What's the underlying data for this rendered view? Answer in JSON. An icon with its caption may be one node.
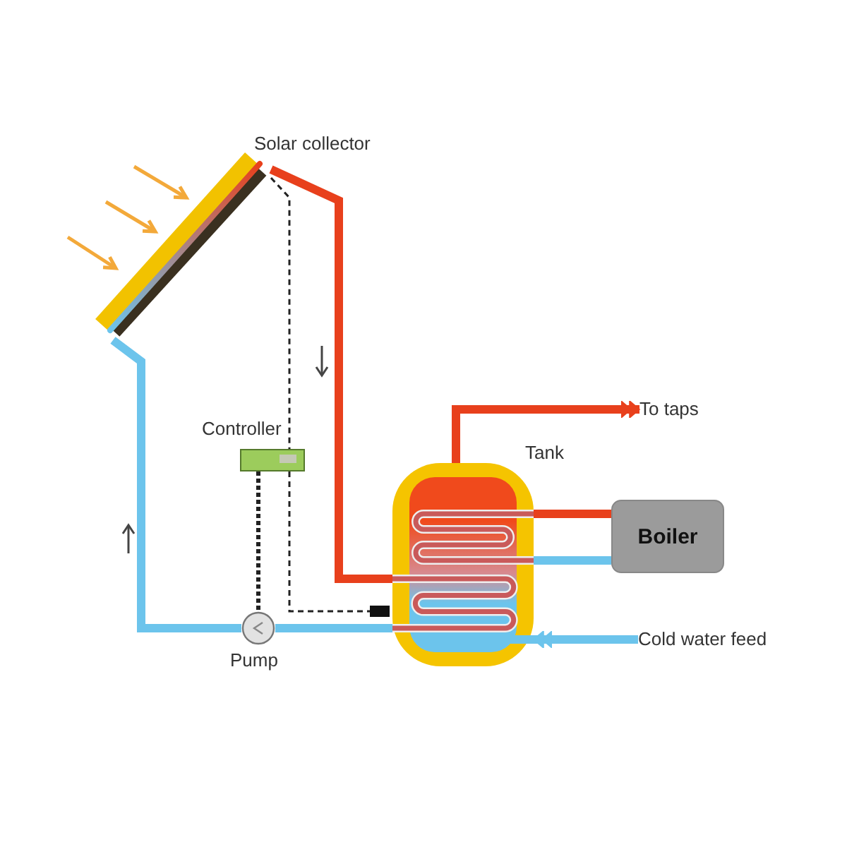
{
  "diagram": {
    "nodes": [
      {
        "text": [],
        "shape": "panel",
        "beside": [
          "Solar collector"
        ]
      },
      {
        "text": [],
        "shape": "box",
        "beside": [
          "Controller"
        ]
      },
      {
        "text": [],
        "shape": "circle",
        "beside": [
          "Pump"
        ]
      },
      {
        "text": [],
        "shape": "cylinder",
        "beside": [
          "Tank"
        ]
      },
      {
        "text": [
          "Boiler"
        ]
      },
      {
        "text": [
          "To taps"
        ]
      },
      {
        "text": [
          "Cold water feed"
        ]
      },
      {
        "text": [],
        "shape": "bar"
      }
    ],
    "edges": [
      {
        "from": 0,
        "to": 3,
        "arrow": "none",
        "color": "#e8401c"
      },
      {
        "from": 3,
        "to": 2,
        "arrow": "none",
        "color": "#6cc4ec"
      },
      {
        "from": 2,
        "to": 0,
        "arrow": "none",
        "color": "#6cc4ec"
      },
      {
        "from": 3,
        "to": 5,
        "arrow": "to",
        "color": "#e8401c"
      },
      {
        "from": 6,
        "to": 3,
        "arrow": "to",
        "color": "#6cc4ec"
      },
      {
        "from": 4,
        "to": 3,
        "arrow": "none",
        "color": "#e8401c"
      },
      {
        "from": 4,
        "to": 3,
        "arrow": "none",
        "color": "#6cc4ec"
      },
      {
        "from": 0,
        "to": 1,
        "arrow": "none",
        "style": "dashed",
        "color": "#222222"
      },
      {
        "from": 1,
        "to": 2,
        "arrow": "none",
        "style": "dashed",
        "color": "#222222"
      },
      {
        "from": 1,
        "to": 7,
        "arrow": "none",
        "style": "dashed",
        "color": "#222222"
      }
    ]
  }
}
